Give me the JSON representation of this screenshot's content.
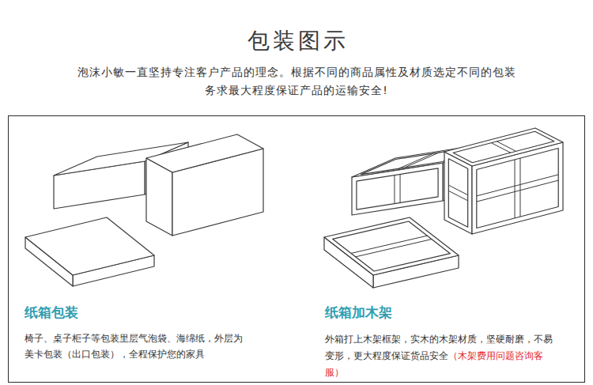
{
  "diagram": {
    "title": "包装图示",
    "nodes": [
      {
        "text": [
          "纸箱包装",
          "椅子、桌子柜子等包装里层气泡袋、海绵纸，外层为美卡包装（出口包装），全程保护您的家具",
          "纸箱加木架",
          "外箱打上木架框架，实木的木架材质，坚硬耐磨，不易变形，更大程度保证货品安全",
          "（木架费用问题咨询客服）"
        ]
      }
    ],
    "labels": [
      "泡沫小敏一直坚持专注客户产品的理念。根据不同的商品属性及材质选定不同的包装 务求最大程度保证产品的运输安全!"
    ]
  }
}
